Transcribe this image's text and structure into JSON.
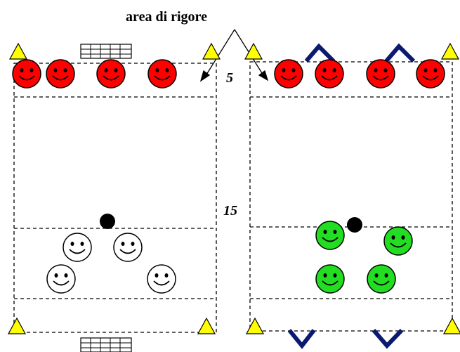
{
  "diagram": {
    "title": "area di rigore",
    "distance_top": "5",
    "distance_middle": "15"
  },
  "colors": {
    "red_player": "#ff0000",
    "green_player": "#22dd22",
    "white_player": "#ffffff",
    "cone": "#ffff00",
    "line": "#000000",
    "mini_goal": "#0a1a70",
    "ball": "#000000"
  },
  "pitches": [
    {
      "id": "left",
      "players_top": [
        "red",
        "red",
        "red",
        "red"
      ],
      "players_bottom": [
        "white",
        "white",
        "white",
        "white"
      ],
      "goals": "big-goal"
    },
    {
      "id": "right",
      "players_top": [
        "red",
        "red",
        "red",
        "red"
      ],
      "players_bottom": [
        "green",
        "green",
        "green",
        "green"
      ],
      "goals": "mini-goal"
    }
  ]
}
